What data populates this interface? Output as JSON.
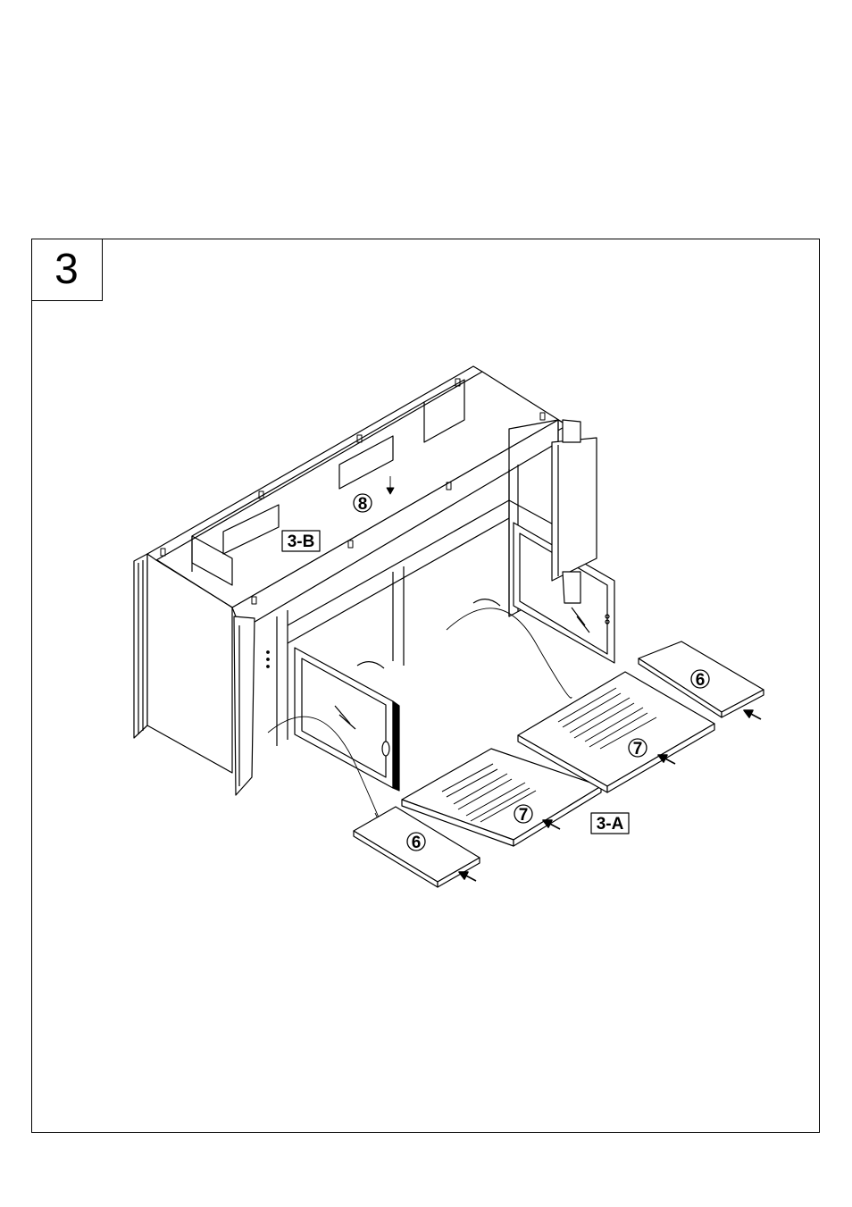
{
  "step": {
    "number": "3"
  },
  "callouts": {
    "sub_a": "3-A",
    "sub_b": "3-B"
  },
  "parts": {
    "part_6": "6",
    "part_7": "7",
    "part_8": "8"
  },
  "colors": {
    "line": "#000000",
    "background": "#ffffff"
  }
}
